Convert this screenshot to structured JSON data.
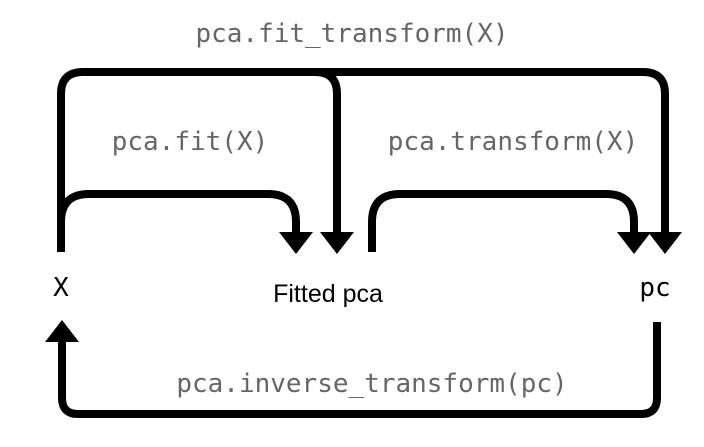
{
  "nodes": {
    "x": "X",
    "fitted_pca": "Fitted pca",
    "pc": "pc"
  },
  "operations": {
    "fit_transform": "pca.fit_transform(X)",
    "fit": "pca.fit(X)",
    "transform": "pca.transform(X)",
    "inverse_transform": "pca.inverse_transform(pc)"
  },
  "colors": {
    "arrow": "#000000",
    "operation_text": "#666666",
    "node_text": "#000000",
    "background": "#ffffff"
  }
}
